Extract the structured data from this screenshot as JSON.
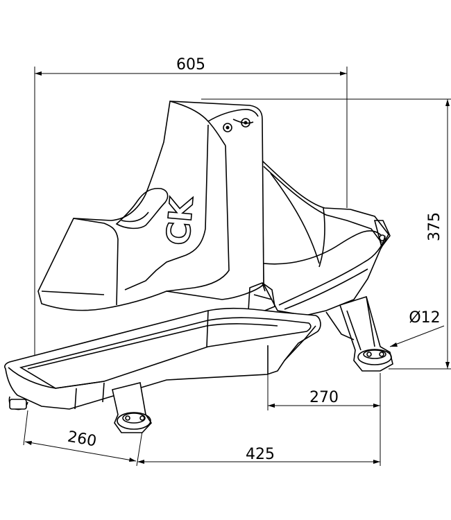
{
  "dimensions": {
    "overall_length": "605",
    "height": "375",
    "diameter": "Ø12",
    "foot_spacing_rear": "270",
    "foot_spacing_front": "260",
    "span": "425"
  },
  "logo": {
    "text": "CK"
  },
  "colors": {
    "line": "#000000",
    "background": "#ffffff"
  }
}
